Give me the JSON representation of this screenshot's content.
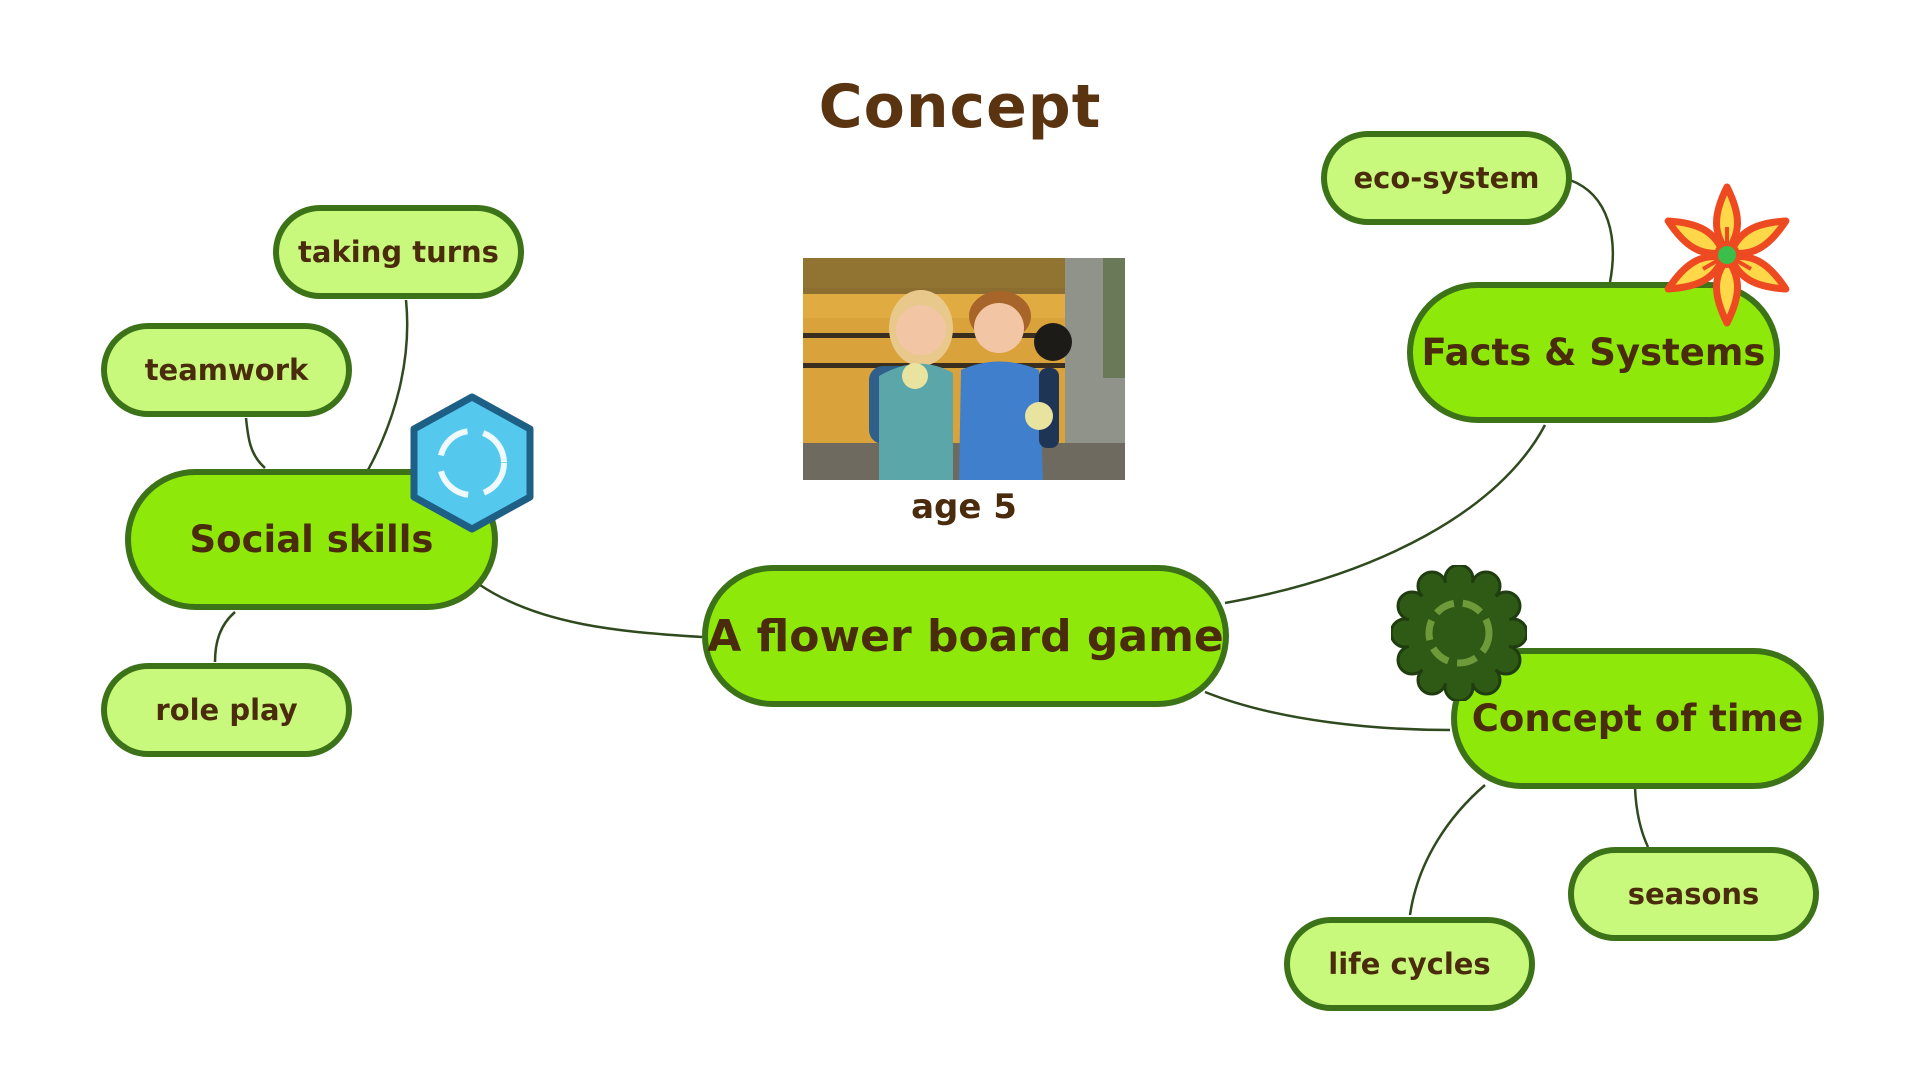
{
  "title": "Concept",
  "center": {
    "label": "A flower board game"
  },
  "photo": {
    "caption": "age 5"
  },
  "branches": {
    "social": {
      "label": "Social skills",
      "children": [
        "taking turns",
        "teamwork",
        "role play"
      ]
    },
    "facts": {
      "label": "Facts & Systems",
      "children": [
        "eco-system"
      ]
    },
    "time": {
      "label": "Concept of time",
      "children": [
        "seasons",
        "life cycles"
      ]
    }
  },
  "icons": {
    "social": "hexagon-gem-icon",
    "facts": "flower-icon",
    "time": "badge-seal-icon"
  },
  "colors": {
    "main_fill": "#8ee80a",
    "sub_fill": "#c8f97c",
    "border": "#3d7318",
    "text": "#4a2b0c",
    "title": "#5a3410"
  }
}
